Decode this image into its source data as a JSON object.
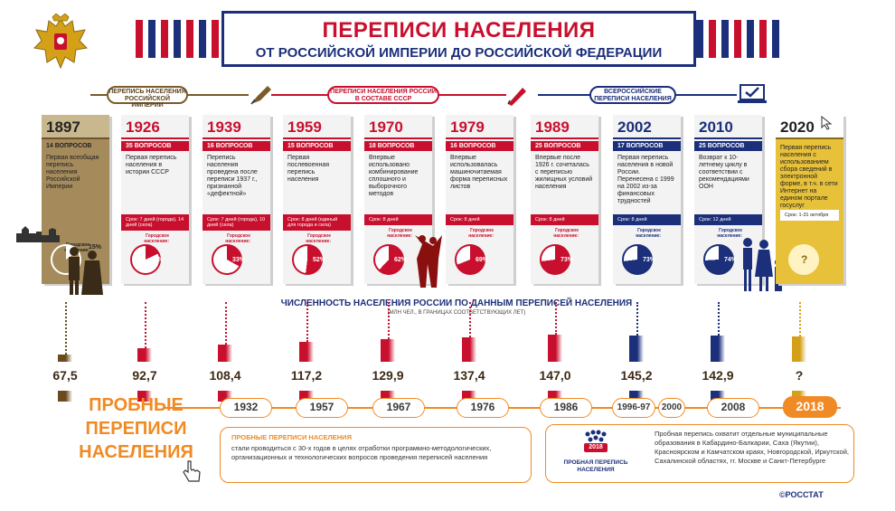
{
  "header": {
    "title_line1": "ПЕРЕПИСИ НАСЕЛЕНИЯ",
    "title_line2": "ОТ РОССИЙСКОЙ ИМПЕРИИ ДО РОССИЙСКОЙ ФЕДЕРАЦИИ"
  },
  "eras": [
    {
      "label": "ПЕРЕПИСЬ НАСЕЛЕНИЯ РОССИЙСКОЙ ИМПЕРИИ",
      "color": "#7a5b2a"
    },
    {
      "label": "ПЕРЕПИСИ НАСЕЛЕНИЯ РОССИИ В СОСТАВЕ СССР",
      "color": "#c8102e"
    },
    {
      "label": "ВСЕРОССИЙСКИЕ ПЕРЕПИСИ НАСЕЛЕНИЯ",
      "color": "#1b2f7a"
    }
  ],
  "cards": [
    {
      "year": "1897",
      "questions": "14 ВОПРОСОВ",
      "desc": "Первая всеобщая перепись населения Российской Империи",
      "term": "",
      "urban_label": "Городское население:",
      "urban": "15%",
      "urban_value": 15,
      "color": "#6b5530"
    },
    {
      "year": "1926",
      "questions": "35 ВОПРОСОВ",
      "desc": "Первая перепись населения в истории СССР",
      "term": "Срок: 7 дней (города), 14 дней (села)",
      "urban_label": "Городское население:",
      "urban": "18%",
      "urban_value": 18,
      "color": "#c8102e"
    },
    {
      "year": "1939",
      "questions": "16 ВОПРОСОВ",
      "desc": "Перепись населения проведена после переписи 1937 г., признанной «дефектной»",
      "term": "Срок: 7 дней (города), 10 дней (села)",
      "urban_label": "Городское население:",
      "urban": "33%",
      "urban_value": 33,
      "color": "#c8102e"
    },
    {
      "year": "1959",
      "questions": "15 ВОПРОСОВ",
      "desc": "Первая послевоенная перепись населения",
      "term": "Срок: 8 дней (единый для города и села)",
      "urban_label": "Городское население:",
      "urban": "52%",
      "urban_value": 52,
      "color": "#c8102e"
    },
    {
      "year": "1970",
      "questions": "18 ВОПРОСОВ",
      "desc": "Впервые использовано комбинирование сплошного и выборочного методов",
      "term": "Срок: 8 дней",
      "urban_label": "Городское население:",
      "urban": "62%",
      "urban_value": 62,
      "color": "#c8102e"
    },
    {
      "year": "1979",
      "questions": "16 ВОПРОСОВ",
      "desc": "Впервые использовалась машиночитаемая форма переписных листов",
      "term": "Срок: 8 дней",
      "urban_label": "Городское население:",
      "urban": "69%",
      "urban_value": 69,
      "color": "#c8102e"
    },
    {
      "year": "1989",
      "questions": "25 ВОПРОСОВ",
      "desc": "Впервые после 1926 г. сочеталась с переписью жилищных условий населения",
      "term": "Срок: 8 дней",
      "urban_label": "Городское население:",
      "urban": "73%",
      "urban_value": 73,
      "color": "#c8102e"
    },
    {
      "year": "2002",
      "questions": "17 ВОПРОСОВ",
      "desc": "Первая перепись населения в новой России. Перенесена с 1999 на 2002 из-за финансовых трудностей",
      "term": "Срок: 8 дней",
      "urban_label": "Городское население:",
      "urban": "73%",
      "urban_value": 73,
      "color": "#1b2f7a"
    },
    {
      "year": "2010",
      "questions": "25 ВОПРОСОВ",
      "desc": "Возврат к 10-летнему циклу в соответствии с рекомендациями ООН",
      "term": "Срок: 12 дней",
      "urban_label": "Городское население:",
      "urban": "74%",
      "urban_value": 74,
      "color": "#1b2f7a"
    },
    {
      "year": "2020",
      "questions": "",
      "desc": "Первая перепись населения с использованием сбора сведений в электронной форме, в т.ч. в сети Интернет на едином портале госуслуг",
      "term": "Срок: 1-31 октября",
      "urban_label": "",
      "urban": "?",
      "urban_value": null,
      "color": "#d4a017"
    }
  ],
  "population": {
    "title": "ЧИСЛЕННОСТЬ НАСЕЛЕНИЯ РОССИИ ПО ДАННЫМ ПЕРЕПИСЕЙ НАСЕЛЕНИЯ",
    "subtitle": "(МЛН ЧЕЛ., В ГРАНИЦАХ СООТВЕТСТВУЮЩИХ ЛЕТ)",
    "values_text": [
      "67,5",
      "92,7",
      "108,4",
      "117,2",
      "129,9",
      "137,4",
      "147,0",
      "145,2",
      "142,9",
      "?"
    ]
  },
  "chart_data": {
    "type": "bar",
    "categories": [
      "1897",
      "1926",
      "1939",
      "1959",
      "1970",
      "1979",
      "1989",
      "2002",
      "2010",
      "2020"
    ],
    "values": [
      67.5,
      92.7,
      108.4,
      117.2,
      129.9,
      137.4,
      147.0,
      145.2,
      142.9,
      null
    ],
    "title": "ЧИСЛЕННОСТЬ НАСЕЛЕНИЯ РОССИИ ПО ДАННЫМ ПЕРЕПИСЕЙ НАСЕЛЕНИЯ",
    "subtitle": "(МЛН ЧЕЛ., В ГРАНИЦАХ СООТВЕТСТВУЮЩИХ ЛЕТ)",
    "colors": [
      "#6b4a1e",
      "#c8102e",
      "#c8102e",
      "#c8102e",
      "#c8102e",
      "#c8102e",
      "#c8102e",
      "#1b2f7a",
      "#1b2f7a",
      "#d4a017"
    ]
  },
  "trial": {
    "heading_line1": "ПРОБНЫЕ",
    "heading_line2": "ПЕРЕПИСИ",
    "heading_line3": "НАСЕЛЕНИЯ",
    "years": [
      "1932",
      "1957",
      "1967",
      "1976",
      "1986",
      "1996-97",
      "2000",
      "2008",
      "2018"
    ],
    "panel1_title": "ПРОБНЫЕ ПЕРЕПИСИ НАСЕЛЕНИЯ",
    "panel1_text": "стали проводиться с 30-х годов в целях отработки программно-методологических, организационных и технологических вопросов проведения переписей населения",
    "logo_year": "2018",
    "logo_caption": "ПРОБНАЯ ПЕРЕПИСЬ НАСЕЛЕНИЯ",
    "panel2_text": "Пробная перепись охватит отдельные муниципальные образования в Кабардино-Балкарии, Саха (Якутии), Красноярском и Камчатском краях, Новгородской, Иркутской, Сахалинской областях, гг. Москве и Санкт-Петербурге"
  },
  "footer": {
    "source": "©РОССТАТ"
  }
}
